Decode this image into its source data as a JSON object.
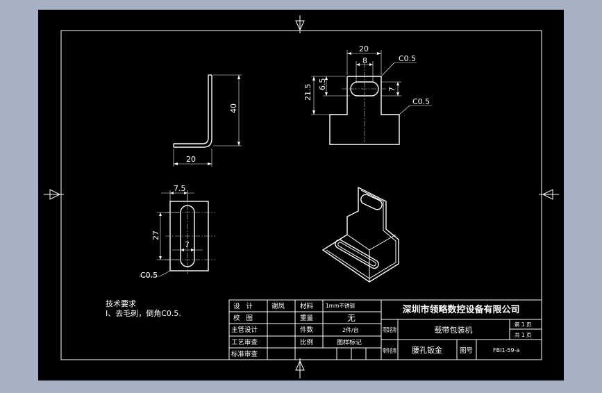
{
  "drawing": {
    "colors": {
      "window_bg": "#a6b2c4",
      "sheet_bg": "#000000",
      "lines": "#ffffff"
    },
    "front_view": {
      "width_dim": "20",
      "height_dim": "40"
    },
    "top_view": {
      "dim_width": "20",
      "dim_slot_width": "8",
      "dim_chamfer_top": "C0.5",
      "dim_height": "21.5",
      "dim_slot_offset": "6.5",
      "dim_slot_height": "7",
      "dim_chamfer_side": "C0.5"
    },
    "side_view": {
      "dim_slot_width": "7.5",
      "dim_slot_length": "27",
      "dim_spacing": "7",
      "dim_chamfer": "C0.5"
    },
    "notes": {
      "heading": "技术要求",
      "line1": "I、去毛刺，倒角C0.5."
    },
    "title_block": {
      "company": "深圳市领略数控设备有限公司",
      "labels": {
        "design": "设   计",
        "check": "校   图",
        "lead_design": "主管设计",
        "process_review": "工艺审查",
        "standard_review": "标准审查",
        "material": "材料",
        "weight": "重量",
        "count": "件数",
        "scale": "比例",
        "project": "项目名称",
        "part": "零件名称",
        "drawing_no": "图号",
        "page": "第 1 页",
        "pages_total": "共 1 页"
      },
      "values": {
        "designer": "谢凤",
        "material": "1mm不锈钢",
        "weight": "无",
        "count": "2件/台",
        "scale_mark": "图样标记",
        "project": "载带包装机",
        "part": "腰孔钣金",
        "drawing_no": "FBI1-59-a"
      }
    }
  }
}
